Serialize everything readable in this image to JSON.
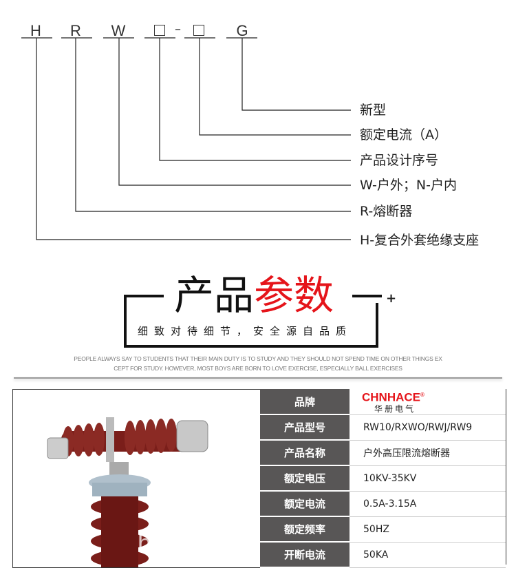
{
  "code": {
    "letters": [
      "H",
      "R",
      "W",
      "G"
    ],
    "dash": "–"
  },
  "legend": [
    "新型",
    "额定电流（A）",
    "产品设计序号",
    "W-户外；N-户内",
    "R-熔断器",
    "H-复合外套绝缘支座"
  ],
  "section": {
    "title_black": "产品",
    "title_red": "参数",
    "subtitle": "细致对待细节，安全源自品质",
    "plus": "+",
    "english_1": "PEOPLE ALWAYS SAY TO STUDENTS THAT THEIR MAIN DUTY IS TO STUDY AND THEY SHOULD NOT SPEND TIME ON OTHER THINGS EX",
    "english_2": "CEPT FOR STUDY. HOWEVER, MOST BOYS ARE BORN TO LOVE EXERCISE, ESPECIALLY BALL EXERCISES"
  },
  "colors": {
    "red": "#e5141a",
    "label_bg": "#585656"
  },
  "brand": {
    "name": "CHNHACE",
    "reg": "®",
    "cn": "华册电气"
  },
  "watermark": "huacedia",
  "specs": [
    {
      "k": "品牌",
      "v": ""
    },
    {
      "k": "产品型号",
      "v": "RW10/RXWO/RWJ/RW9"
    },
    {
      "k": "产品名称",
      "v": "户外高压限流熔断器"
    },
    {
      "k": "额定电压",
      "v": "10KV-35KV"
    },
    {
      "k": "额定电流",
      "v": "0.5A-3.15A"
    },
    {
      "k": "额定频率",
      "v": "50HZ"
    },
    {
      "k": "开断电流",
      "v": "50KA"
    }
  ]
}
